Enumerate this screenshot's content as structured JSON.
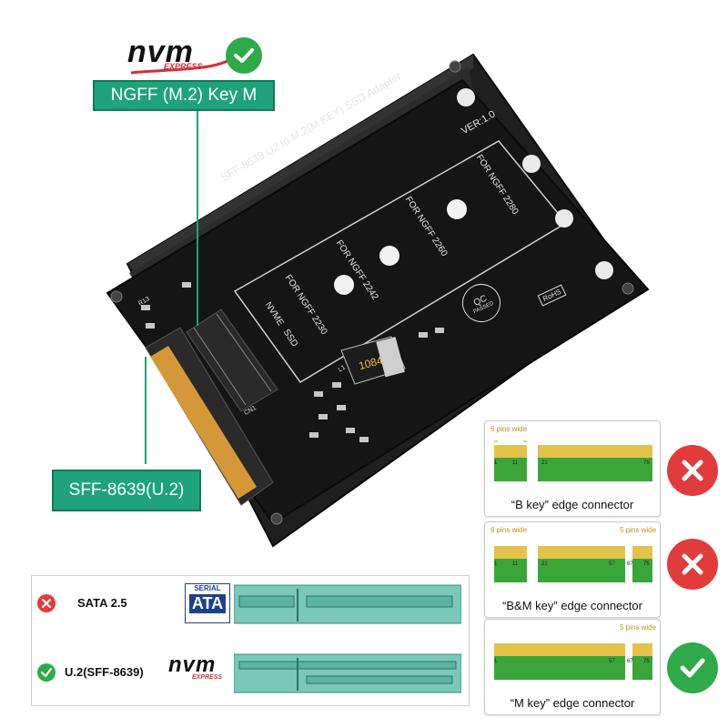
{
  "top_logo": {
    "nvm": "nvm",
    "express": "EXPRESS"
  },
  "labels": {
    "m2": "NGFF  (M.2)  Key  M",
    "u2": "SFF-8639(U.2)"
  },
  "board": {
    "title": "SFF-8639  U2  to  M.2(M  KEY)  SSD  Adapter",
    "version": "VER:1.0",
    "for_2230": "FOR   NGFF   2230",
    "for_2242": "FOR   NGFF   2242",
    "for_2260": "FOR   NGFF   2260",
    "for_2280": "FOR   NGFF   2280",
    "nvme_ssd_1": "NVME",
    "nvme_ssd_2": "SSD",
    "qc_1": "QC",
    "qc_2": "PASSED",
    "rohs": "RoHS",
    "chip": "1084",
    "cn1": "CN1",
    "l1": "L1",
    "r13": "R13"
  },
  "connectors": [
    {
      "pins_left": "6 pins wide",
      "pins_right": "",
      "caption": "“B key”  edge connector",
      "nums": [
        "1",
        "11",
        "21",
        "75"
      ],
      "status": "reject"
    },
    {
      "pins_left": "6 pins wide",
      "pins_right": "5 pins wide",
      "caption": "“B&M key”  edge connector",
      "nums": [
        "1",
        "11",
        "21",
        "57",
        "67",
        "75"
      ],
      "status": "reject"
    },
    {
      "pins_left": "",
      "pins_right": "5 pins wide",
      "caption": "“M key”  edge connector",
      "nums": [
        "1",
        "57",
        "67",
        "75"
      ],
      "status": "accept"
    }
  ],
  "compare": {
    "sata_label": "SATA 2.5",
    "serial": "SERIAL",
    "ata": "ATA",
    "u2_label": "U.2(SFF-8639)",
    "nvm": "nvm",
    "express": "EXPRESS"
  },
  "colors": {
    "accent_green": "#1ea37d",
    "reject_red": "#e23b3b",
    "accept_green": "#2eaa4a",
    "pcb_black": "#151515",
    "pcb_gold": "#e8a43a",
    "connector_teal": "#79c8b8"
  }
}
